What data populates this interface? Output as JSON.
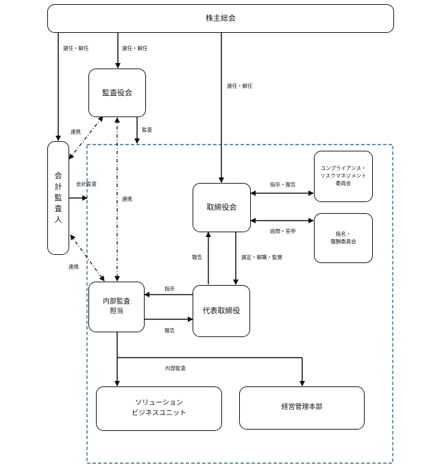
{
  "nodes": {
    "shareholders": "株主総会",
    "audit_board": "監査役会",
    "auditor": [
      "会",
      "計",
      "監",
      "査",
      "人"
    ],
    "board": "取締役会",
    "compliance": [
      "コンプライアンス・",
      "リスクマネジメント",
      "委員会"
    ],
    "nomination": [
      "指名・",
      "報酬委員会"
    ],
    "internal_audit": [
      "内部監査",
      "担当"
    ],
    "ceo": "代表取締役",
    "solution": [
      "ソリューション",
      "ビジネスユニット"
    ],
    "management": "経営管理本部"
  },
  "labels": {
    "appoint_dismiss_1": "選任・解任",
    "appoint_dismiss_2": "選任・解任",
    "appoint_dismiss_3": "選任・解任",
    "audit": "監査",
    "cooperation_1": "連携",
    "cooperation_2": "連携",
    "cooperation_3": "連携",
    "accounting_audit": "会計監査",
    "instruct_report": "指示・報告",
    "consult_report": "諮問・答申",
    "report_1": "報告",
    "select_dismiss_supervise": "選定・解職・監督",
    "instruct": "指示",
    "report_2": "報告",
    "internal_audit_label": "内部監査"
  },
  "colors": {
    "line": "#111111",
    "dashed_border": "#2f6e9a"
  }
}
